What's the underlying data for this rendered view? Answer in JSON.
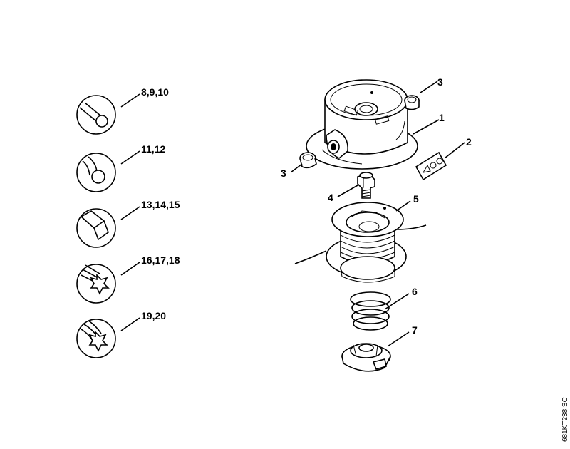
{
  "line_profiles": [
    {
      "label": "8,9,10",
      "icon": "round-line-icon"
    },
    {
      "label": "11,12",
      "icon": "twisted-round-line-icon"
    },
    {
      "label": "13,14,15",
      "icon": "square-line-icon"
    },
    {
      "label": "16,17,18",
      "icon": "star-line-icon"
    },
    {
      "label": "19,20",
      "icon": "star-twisted-line-icon"
    }
  ],
  "callouts": {
    "cap_plug_top": "3",
    "housing": "1",
    "warning_label": "2",
    "cap_plug_left": "3",
    "threaded_bolt": "4",
    "spool": "5",
    "spring": "6",
    "eyelet_base": "7"
  },
  "drawing_code": "681KT238 SC"
}
